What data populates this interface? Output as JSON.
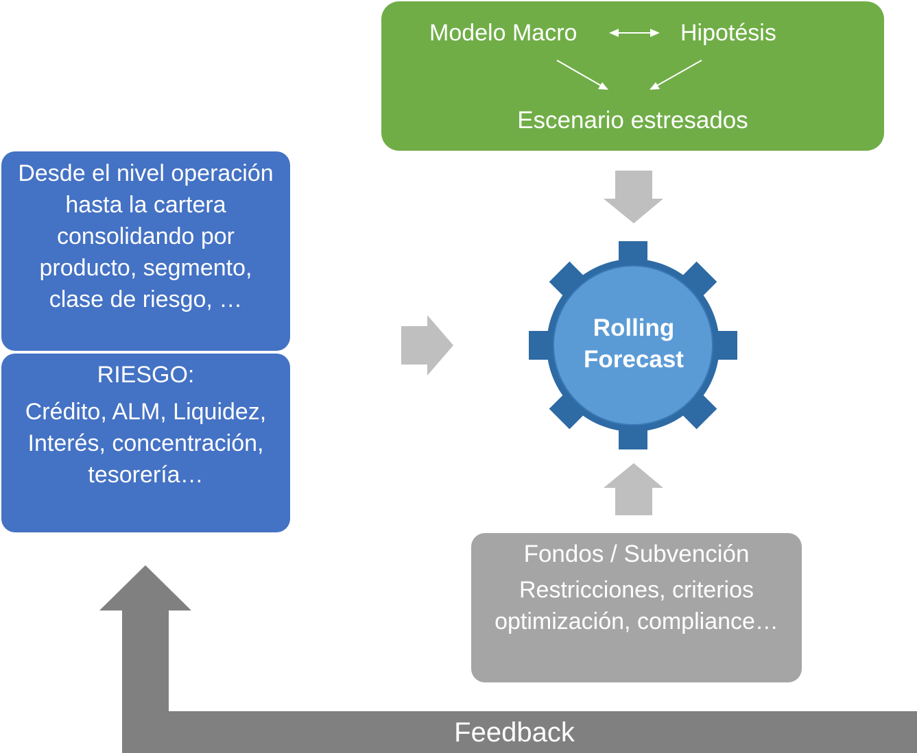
{
  "scenario": {
    "macro_model": "Modelo Macro",
    "hypothesis": "Hipotésis",
    "stressed": "Escenario estresados"
  },
  "portfolio": {
    "text": "Desde el nivel operación hasta la cartera consolidando por producto, segmento, clase de riesgo, …"
  },
  "risk": {
    "title": "RIESGO",
    "title_suffix": ":",
    "text": "Crédito, ALM, Liquidez, Interés, concentración, tesorería…"
  },
  "center": {
    "label_line1": "Rolling",
    "label_line2": "Forecast"
  },
  "funding": {
    "title": "Fondos / Subvención",
    "text": "Restricciones, criterios optimización, compliance…"
  },
  "feedback": {
    "label": "Feedback"
  },
  "colors": {
    "green": "#70ad47",
    "blue": "#4472c4",
    "gear_dark": "#2e6aa4",
    "gear_light": "#5b9bd5",
    "arrow_light": "#bfbfbf",
    "arrow_dark": "#808080",
    "grey_box": "#a5a5a5"
  }
}
